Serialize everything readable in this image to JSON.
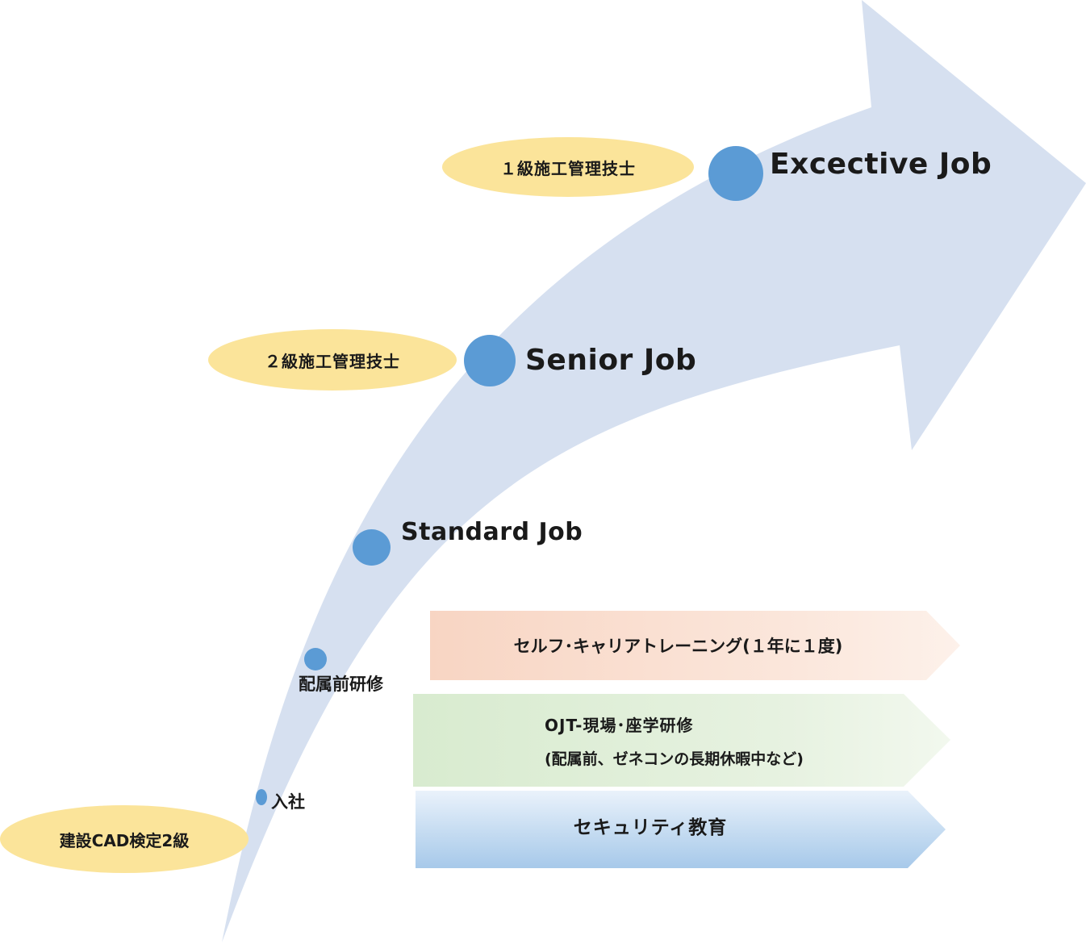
{
  "jobs": {
    "excective": "Excective Job",
    "senior": "Senior Job",
    "standard": "Standard Job"
  },
  "certifications": {
    "level1": "１級施工管理技士",
    "level2": "２級施工管理技士",
    "cad": "建設CAD検定2級"
  },
  "milestones": {
    "pre_assignment_training": "配属前研修",
    "joining": "入社"
  },
  "programs": {
    "self_career": "セルフ･キャリアトレーニング(１年に１度)",
    "ojt_line1": "OJT-現場･座学研修",
    "ojt_line2": "(配属前、ゼネコンの長期休暇中など)",
    "security": "セキュリティ教育"
  },
  "colors": {
    "arrow": "#d6e0f0",
    "dot": "#5b9bd5",
    "cert_ellipse": "#fbe49a",
    "band_orange_start": "#f8d5c3",
    "band_green_start": "#d8ebcf",
    "band_blue": "#a7c9ea"
  }
}
